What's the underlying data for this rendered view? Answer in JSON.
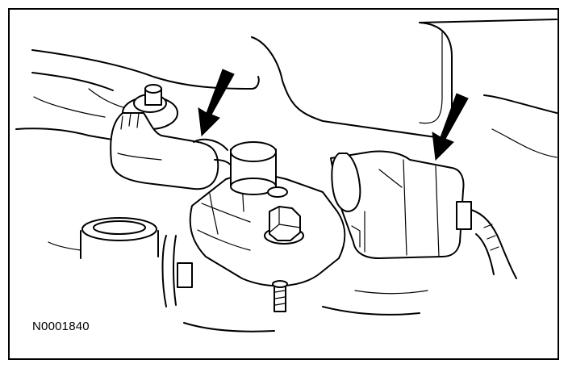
{
  "figure": {
    "reference_code": "N0001840",
    "callouts": [
      "arrow-left",
      "arrow-right"
    ]
  },
  "colors": {
    "line": "#000000",
    "background": "#ffffff"
  }
}
